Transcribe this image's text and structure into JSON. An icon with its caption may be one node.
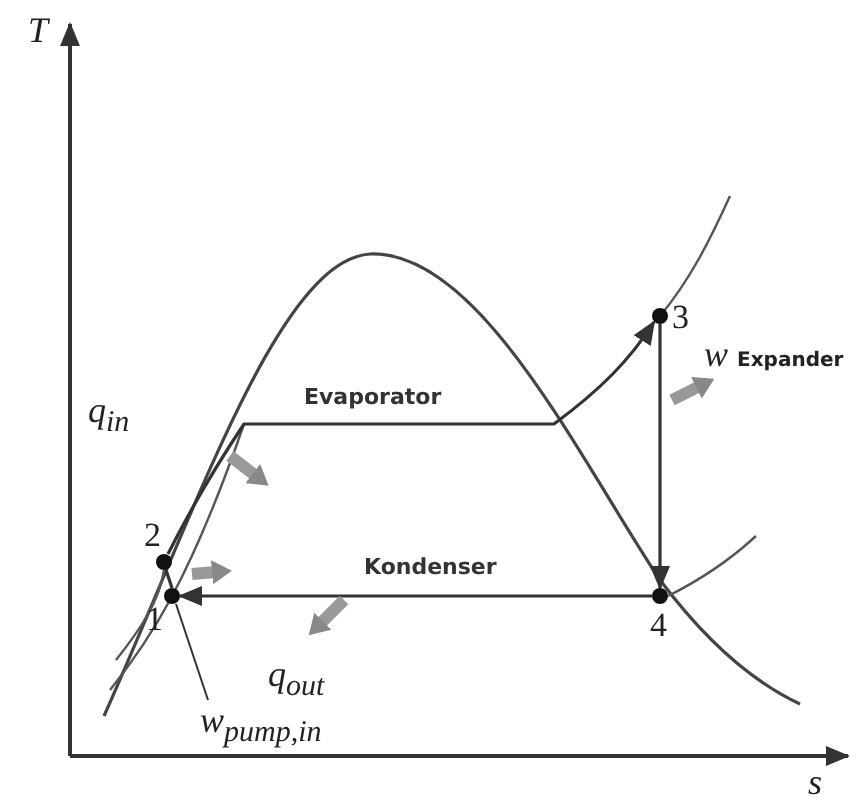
{
  "diagram": {
    "nodes": [
      {
        "text": [
          "1"
        ]
      },
      {
        "text": [
          "2"
        ]
      },
      {
        "text": [
          "3"
        ]
      },
      {
        "text": [
          "4"
        ]
      },
      {
        "text": [
          "w$_{pump,in}$"
        ]
      }
    ],
    "edges": [
      {
        "from": 0,
        "to": 1,
        "arrow": "none"
      },
      {
        "from": 1,
        "to": 2,
        "arrow": "to",
        "label": "Evaporator"
      },
      {
        "from": 2,
        "to": 3,
        "arrow": "to"
      },
      {
        "from": 3,
        "to": 0,
        "arrow": "to",
        "label": "Kondenser"
      },
      {
        "from": 4,
        "to": 0,
        "arrow": "none"
      }
    ],
    "labels": [
      "T",
      "s",
      "q$_{in}$",
      "w Expander",
      "q$_{out}$"
    ]
  }
}
